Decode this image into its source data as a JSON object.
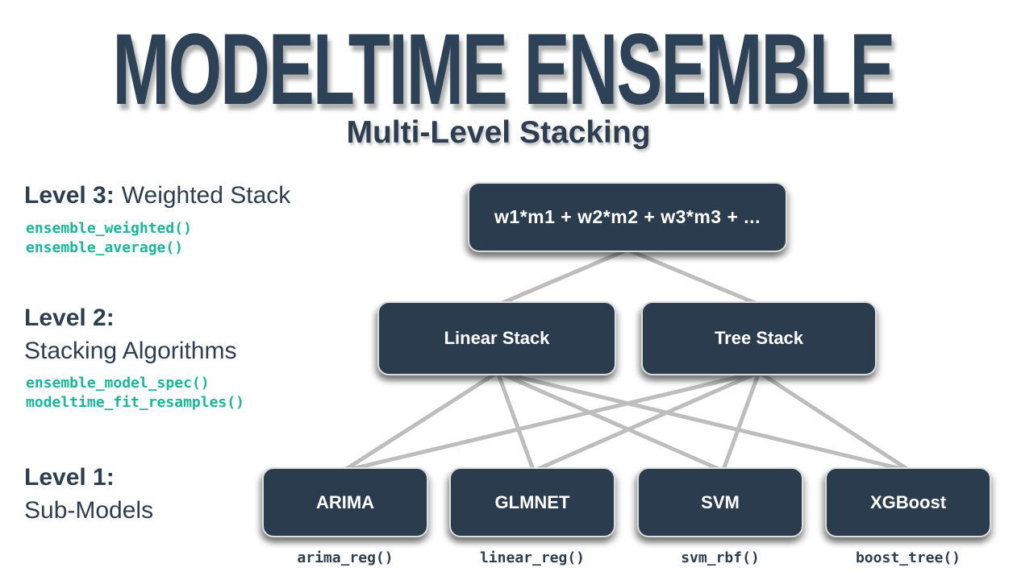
{
  "header": {
    "title": "MODELTIME ENSEMBLE",
    "subtitle": "Multi-Level Stacking"
  },
  "levels": {
    "level3": {
      "label_bold": "Level 3:",
      "label_rest": "Weighted Stack",
      "code": [
        "ensemble_weighted()",
        "ensemble_average()"
      ]
    },
    "level2": {
      "label_bold": "Level 2:",
      "label_rest": "Stacking Algorithms",
      "code": [
        "ensemble_model_spec()",
        "modeltime_fit_resamples()"
      ]
    },
    "level1": {
      "label_bold": "Level 1:",
      "label_rest": "Sub-Models"
    }
  },
  "nodes": {
    "formula": "w1*m1 + w2*m2 + w3*m3 + ...",
    "stacks": [
      {
        "label": "Linear Stack"
      },
      {
        "label": "Tree Stack"
      }
    ],
    "sub_models": [
      {
        "label": "ARIMA",
        "fn": "arima_reg()"
      },
      {
        "label": "GLMNET",
        "fn": "linear_reg()"
      },
      {
        "label": "SVM",
        "fn": "svm_rbf()"
      },
      {
        "label": "XGBoost",
        "fn": "boost_tree()"
      }
    ]
  },
  "colors": {
    "navy_text": "#2c3e50",
    "box_fill": "#2b3c4e",
    "box_border": "#dcdee0",
    "box_text": "#ffffff",
    "teal_code": "#17b79a",
    "connector_gray": "#bdbdbd",
    "background": "#ffffff"
  }
}
